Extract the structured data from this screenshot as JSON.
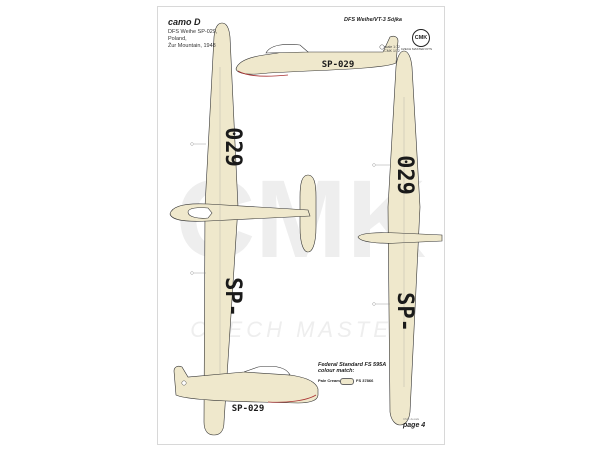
{
  "sheet": {
    "scheme": "camo D",
    "caption": "DFS Weihe SP-029,\nPoland,\nŽur Mountain, 1948",
    "model": "DFS Weihe/VT-3 Sójka",
    "scale": "scale 1:72\nCMK 1/72",
    "logo": "CMK",
    "logo_sub": "CZECH MASTER KITS",
    "color_title": "Federal Standard FS 595A\ncolour match:",
    "swatch_name": "Pale Cream",
    "swatch_code": "FS 37866",
    "page": "page 4",
    "page_sub": "CMK decals",
    "registration_wing": "029",
    "registration_prefix": "SP-",
    "registration_fuselage": "SP-029",
    "watermark": "CMK",
    "watermark_text": "CZECH MASTER",
    "colors": {
      "glider": "#efe8cc",
      "outline": "#333333",
      "marking": "#1a1a1a",
      "watermark": "#eeeeee"
    }
  }
}
